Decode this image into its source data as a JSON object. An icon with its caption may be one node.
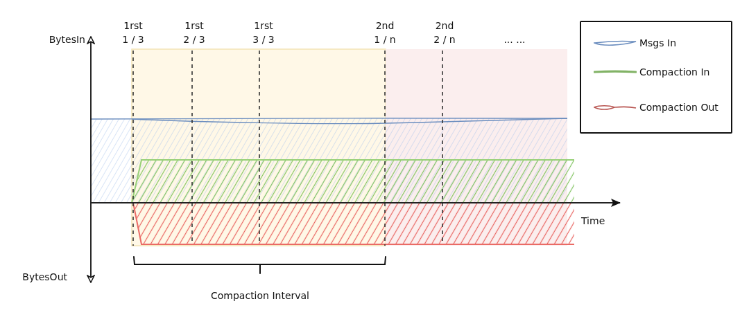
{
  "diagram": {
    "labels": [
      "1rst 1 / 3",
      "1rst 2 / 3",
      "1rst 3 / 3",
      "2nd 1 / n",
      "2nd 2 / n",
      "... ...",
      "BytesIn",
      "Time",
      "BytesOut",
      "Compaction Interval"
    ],
    "legend": [
      {
        "text": "Msgs In"
      },
      {
        "text": "Compaction In"
      },
      {
        "text": "Compaction Out"
      }
    ]
  }
}
